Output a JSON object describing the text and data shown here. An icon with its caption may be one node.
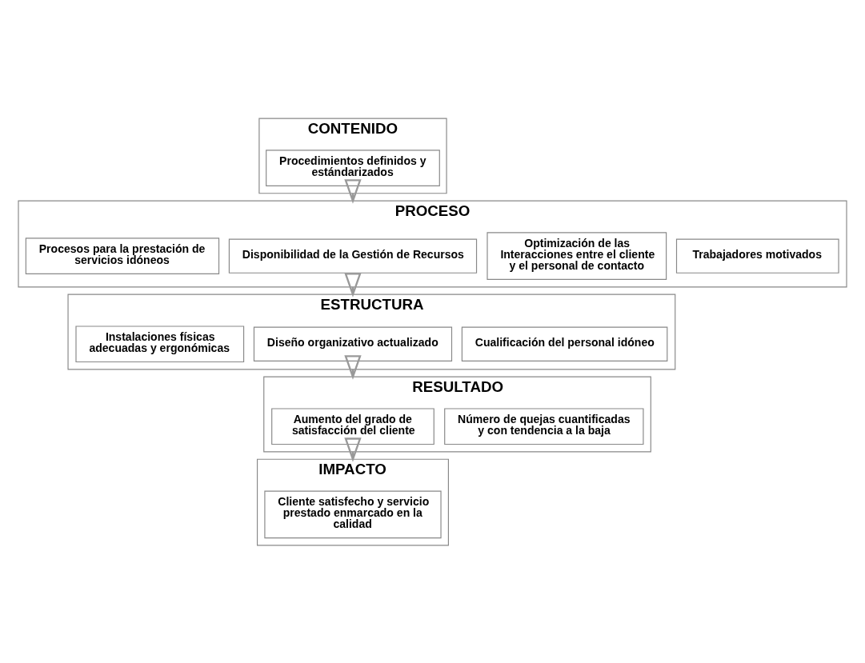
{
  "diagram": {
    "nodes": [
      {
        "text": [
          "CONTENIDO"
        ]
      },
      {
        "text": [
          "Procedimientos definidos y estándarizados"
        ],
        "in": 0
      },
      {
        "text": [
          "PROCESO"
        ]
      },
      {
        "text": [
          "Procesos para la prestación de servicios idóneos"
        ],
        "in": 2
      },
      {
        "text": [
          "Disponibilidad de la Gestión de Recursos"
        ],
        "in": 2
      },
      {
        "text": [
          "Optimización de las Interacciones entre el cliente y el personal de contacto"
        ],
        "in": 2
      },
      {
        "text": [
          "Trabajadores motivados"
        ],
        "in": 2
      },
      {
        "text": [
          "ESTRUCTURA"
        ]
      },
      {
        "text": [
          "Instalaciones físicas adecuadas y ergonómicas"
        ],
        "in": 7
      },
      {
        "text": [
          "Diseño organizativo actualizado"
        ],
        "in": 7
      },
      {
        "text": [
          "Cualificación del personal idóneo"
        ],
        "in": 7
      },
      {
        "text": [
          "RESULTADO"
        ]
      },
      {
        "text": [
          "Aumento del grado de satisfacción del cliente"
        ],
        "in": 11
      },
      {
        "text": [
          "Número de quejas cuantificadas y con tendencia a la baja"
        ],
        "in": 11
      },
      {
        "text": [
          "IMPACTO"
        ]
      },
      {
        "text": [
          "Cliente satisfecho y servicio prestado enmarcado en la calidad"
        ],
        "in": 14
      }
    ],
    "edges": [
      {
        "from": 0,
        "to": 2,
        "arrow": "to"
      },
      {
        "from": 2,
        "to": 7,
        "arrow": "to"
      },
      {
        "from": 7,
        "to": 11,
        "arrow": "to"
      },
      {
        "from": 11,
        "to": 14,
        "arrow": "to"
      }
    ]
  }
}
